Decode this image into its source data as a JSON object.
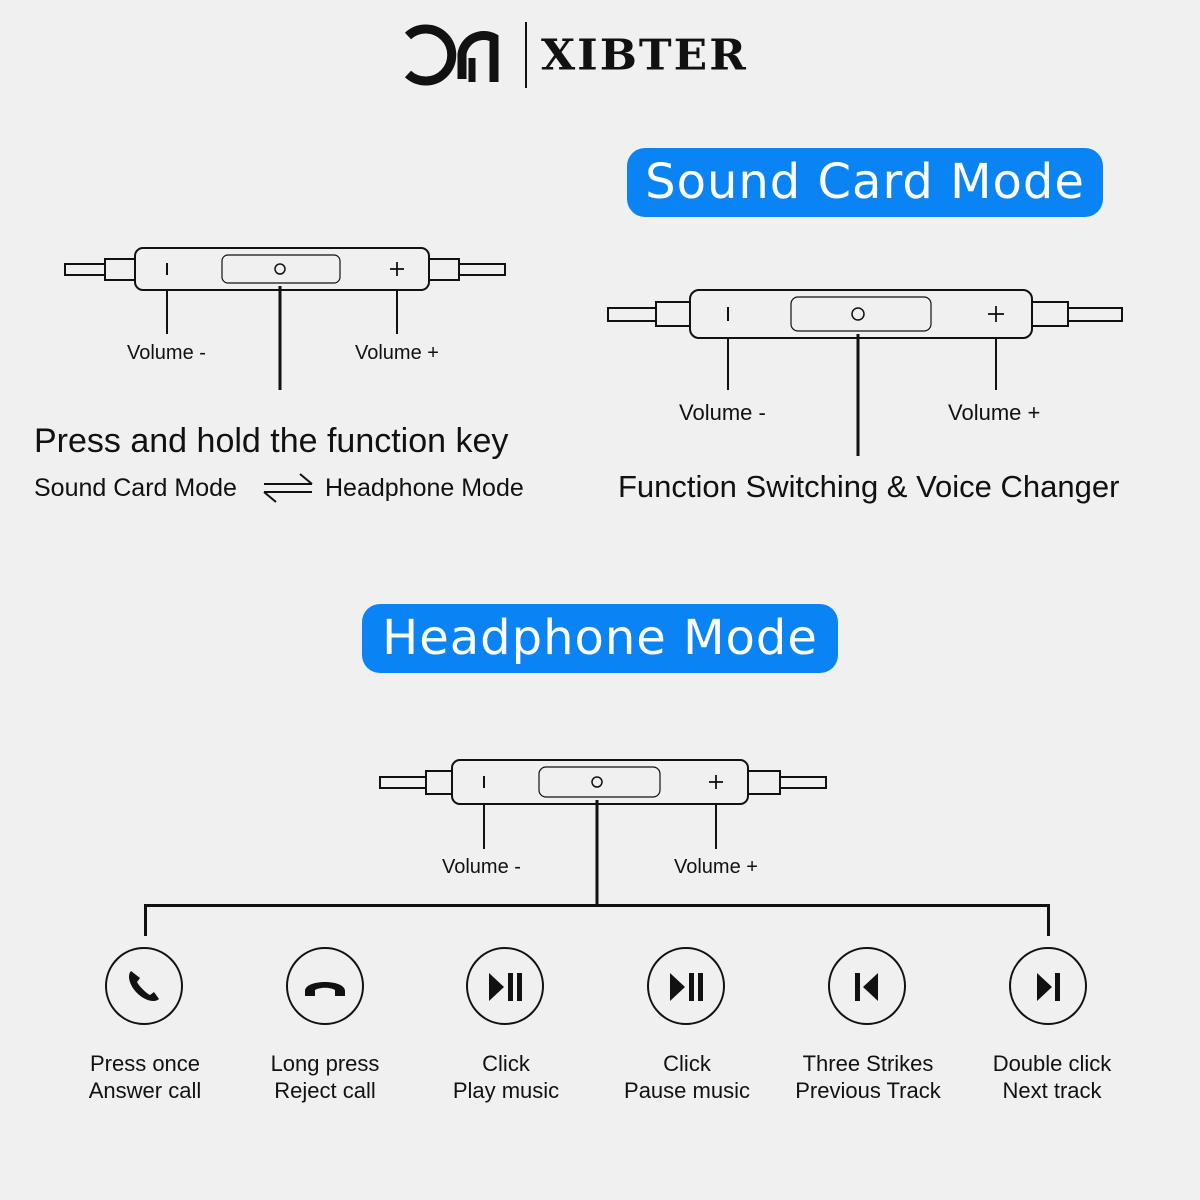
{
  "brand": {
    "mark": "OGI",
    "name": "XIBTER"
  },
  "colors": {
    "accent": "#0a84f5",
    "background": "#f0f0f0",
    "line": "#111111"
  },
  "left_diagram": {
    "volume_minus": "Volume -",
    "volume_plus": "Volume +",
    "instruction_title": "Press and hold the function key",
    "mode_a": "Sound Card Mode",
    "switch_arrow": "⇌",
    "mode_b": "Headphone Mode"
  },
  "sound_card": {
    "title": "Sound Card Mode",
    "volume_minus": "Volume -",
    "volume_plus": "Volume +",
    "function_label": "Function Switching & Voice Changer"
  },
  "headphone": {
    "title": "Headphone Mode",
    "volume_minus": "Volume -",
    "volume_plus": "Volume +",
    "actions": [
      {
        "icon": "phone-answer-icon",
        "line1": "Press once",
        "line2": "Answer call"
      },
      {
        "icon": "phone-reject-icon",
        "line1": "Long press",
        "line2": "Reject call"
      },
      {
        "icon": "play-pause-icon",
        "line1": "Click",
        "line2": "Play music"
      },
      {
        "icon": "play-pause-icon",
        "line1": "Click",
        "line2": "Pause music"
      },
      {
        "icon": "previous-track-icon",
        "line1": "Three Strikes",
        "line2": "Previous Track"
      },
      {
        "icon": "next-track-icon",
        "line1": "Double click",
        "line2": "Next track"
      }
    ]
  }
}
